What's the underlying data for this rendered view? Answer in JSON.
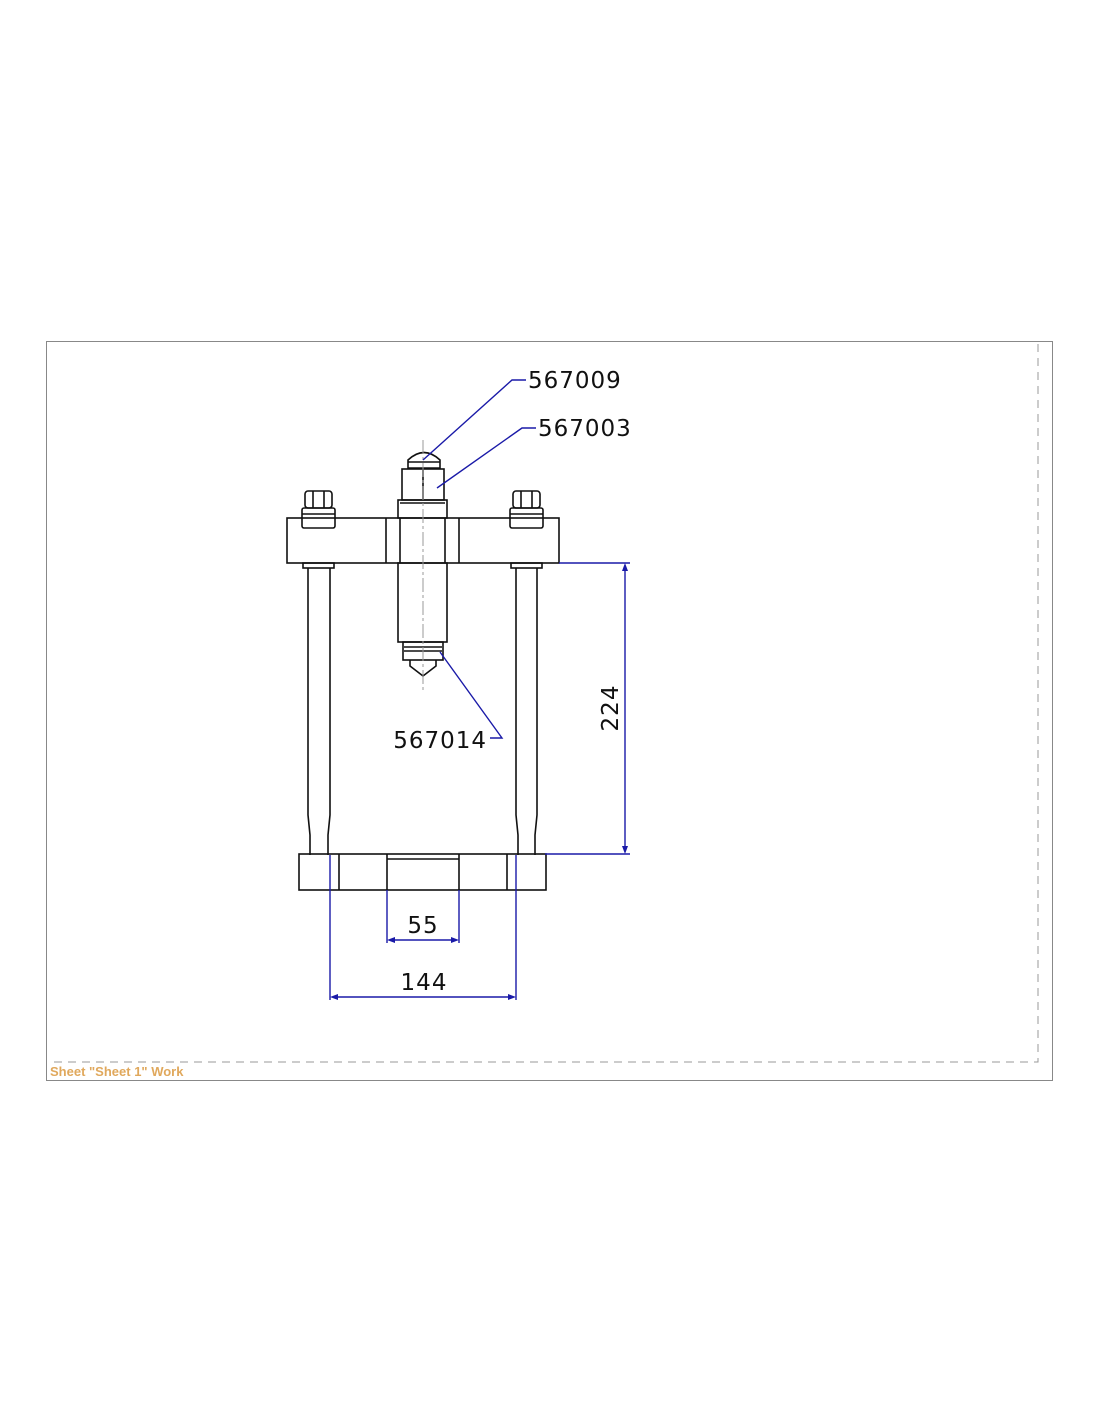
{
  "sheet_label": "Sheet \"Sheet 1\" Work",
  "colors": {
    "dimension": "#1a1aa8",
    "sheet_label": "#e0a85c",
    "outline": "#111111"
  },
  "callouts": [
    {
      "part": "567009"
    },
    {
      "part": "567003"
    },
    {
      "part": "567014"
    }
  ],
  "dimensions": {
    "height": "224",
    "bore_width": "55",
    "rod_spacing": "144"
  }
}
